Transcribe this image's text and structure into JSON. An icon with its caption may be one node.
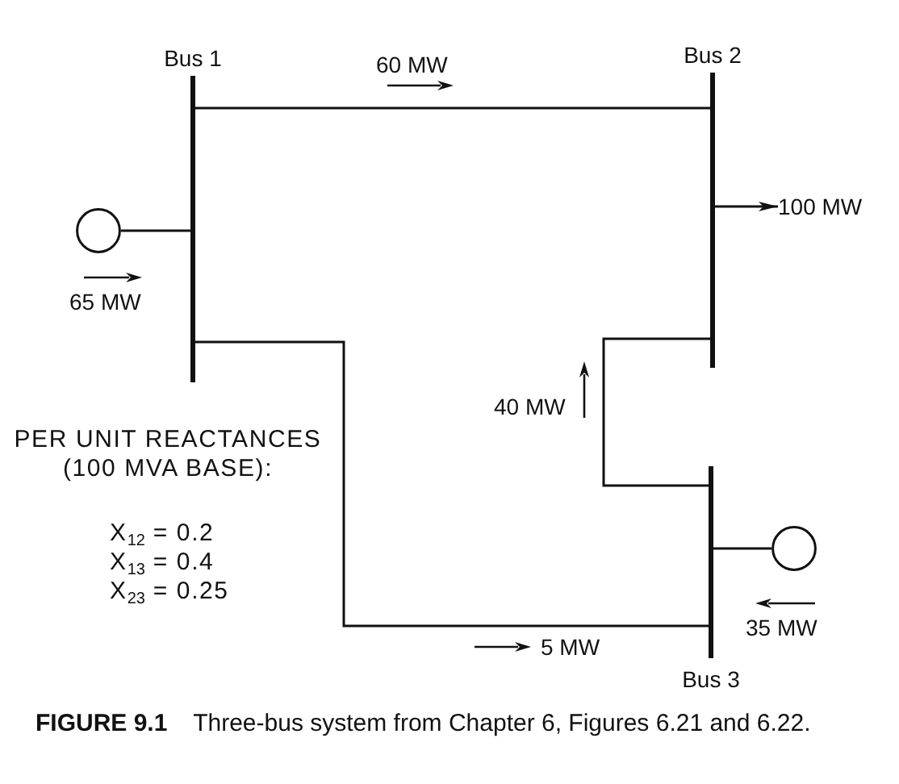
{
  "diagram": {
    "caption": "**FIGURE 9.1** Three-bus system from Chapter 6, Figures 6.21 and 6.22.",
    "nodes": [
      {
        "text": [
          "Bus 1"
        ]
      },
      {
        "text": [
          "Bus 2"
        ]
      },
      {
        "text": [],
        "shape": "circle"
      },
      {
        "text": [
          "100 MW"
        ]
      },
      {
        "text": [
          "Bus 3"
        ]
      },
      {
        "text": [],
        "shape": "circle"
      }
    ],
    "edges": [
      {
        "from": 0,
        "to": 1,
        "arrow": "none",
        "label": "60 MW"
      },
      {
        "from": 0,
        "to": 4,
        "arrow": "none",
        "label": "5 MW"
      },
      {
        "from": 1,
        "to": 4,
        "arrow": "none",
        "label": "40 MW"
      },
      {
        "from": 2,
        "to": 0,
        "arrow": "none",
        "label": "65 MW"
      },
      {
        "from": 5,
        "to": 4,
        "arrow": "none",
        "label": "35 MW"
      },
      {
        "from": 1,
        "to": 3,
        "arrow": "to"
      }
    ],
    "labels": [
      "PER UNIT REACTANCES (100 MVA BASE):",
      "X$_{12}$ = 0.2",
      "X$_{13}$ = 0.4",
      "X$_{23}$ = 0.25"
    ]
  }
}
